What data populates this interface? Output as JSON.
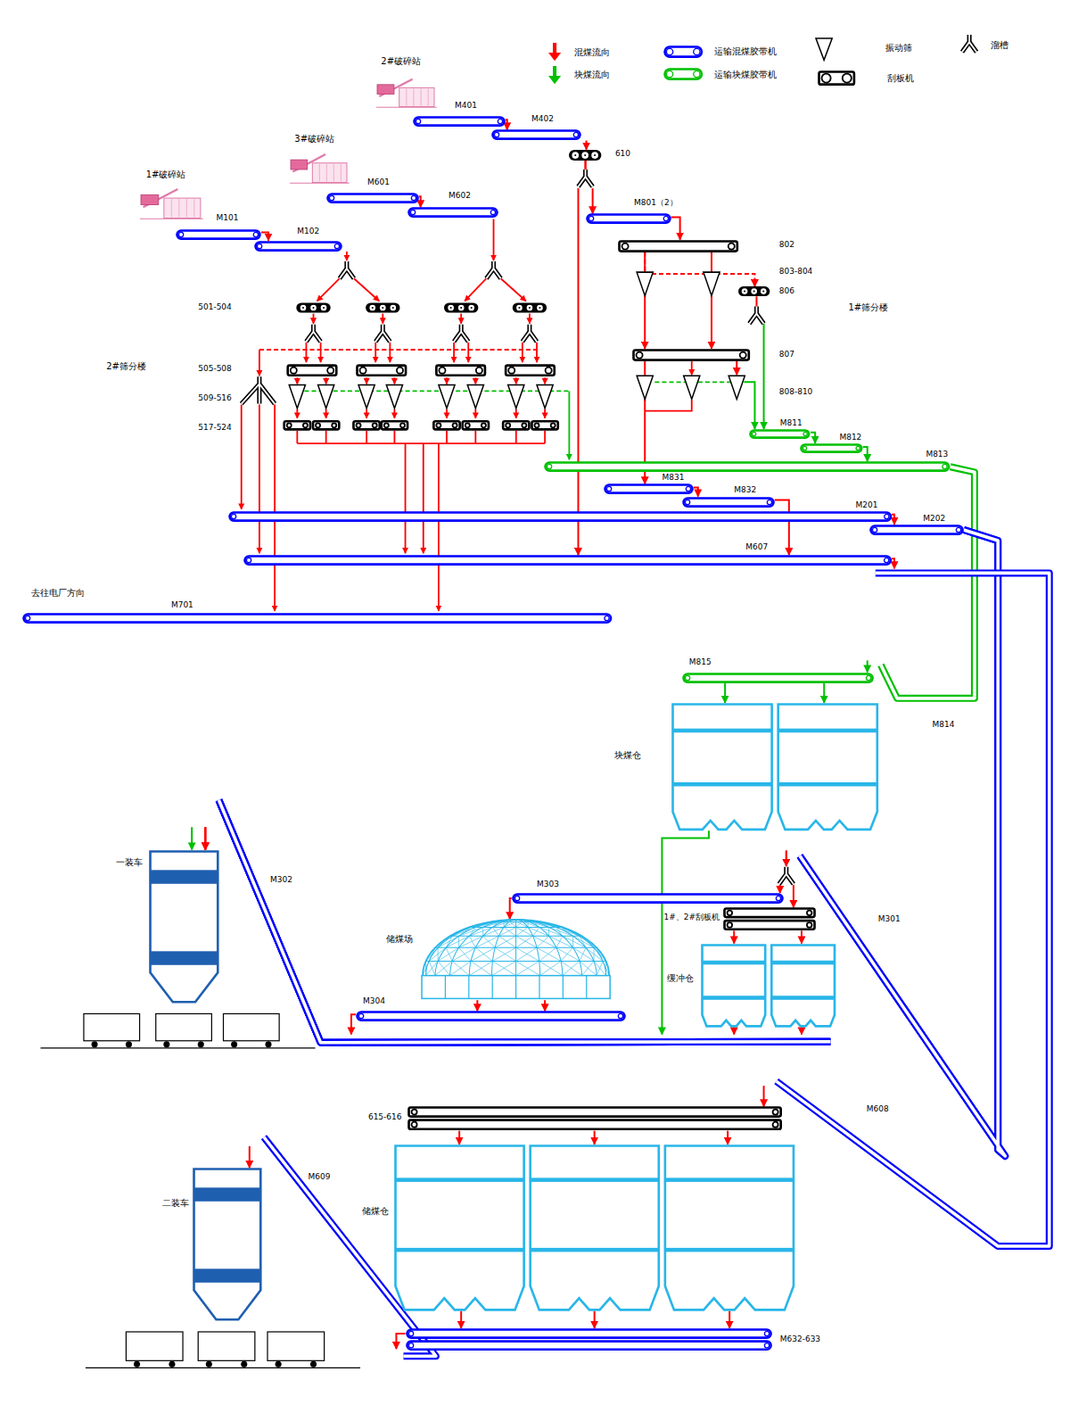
{
  "diagram": {
    "nodes": [
      {
        "text": [
          "2#破碎站"
        ]
      },
      {
        "text": [
          "M401"
        ]
      },
      {
        "text": [
          "M402"
        ]
      },
      {
        "text": [
          "3#破碎站"
        ]
      },
      {
        "text": [
          "610"
        ]
      },
      {
        "text": [
          "M601"
        ]
      },
      {
        "text": [
          "M602"
        ]
      },
      {
        "text": [
          "1#破碎站"
        ]
      },
      {
        "text": [
          "M801（2）"
        ]
      },
      {
        "text": [
          "M101"
        ]
      },
      {
        "text": [
          "M102"
        ]
      },
      {
        "text": [
          "802"
        ]
      },
      {
        "text": [
          "806"
        ]
      },
      {
        "text": [
          "807"
        ]
      },
      {
        "text": [
          "M811"
        ]
      },
      {
        "text": [
          "M812"
        ]
      },
      {
        "text": [
          "M813"
        ]
      },
      {
        "text": [
          "M831"
        ]
      },
      {
        "text": [
          "M832"
        ]
      },
      {
        "text": [
          "M201"
        ]
      },
      {
        "text": [
          "M202"
        ]
      },
      {
        "text": [
          "M607"
        ]
      },
      {
        "text": [
          "M701"
        ]
      },
      {
        "text": [
          "M815"
        ]
      },
      {
        "text": [
          "块煤仓"
        ]
      },
      {
        "text": [
          "一装车"
        ]
      },
      {
        "text": [
          "M303"
        ]
      },
      {
        "text": [
          "1#、2#刮板机"
        ]
      },
      {
        "text": [
          "储煤场"
        ]
      },
      {
        "text": [
          "缓冲仓"
        ]
      },
      {
        "text": [
          "M304"
        ]
      },
      {
        "text": [
          "615-616"
        ]
      },
      {
        "text": [
          "二装车"
        ]
      },
      {
        "text": [
          "储煤仓"
        ]
      },
      {
        "text": [
          "M632-633"
        ]
      }
    ],
    "edges": [
      {
        "from": 9,
        "to": 10,
        "arrow": "to"
      },
      {
        "from": 1,
        "to": 2,
        "arrow": "to"
      },
      {
        "from": 5,
        "to": 6,
        "arrow": "to"
      },
      {
        "from": 2,
        "to": 4,
        "arrow": "to"
      },
      {
        "from": 4,
        "to": 8,
        "arrow": "to"
      },
      {
        "from": 4,
        "to": 21,
        "arrow": "to"
      },
      {
        "from": 8,
        "to": 11,
        "arrow": "to"
      },
      {
        "from": 11,
        "to": 13,
        "arrow": "to"
      },
      {
        "from": 11,
        "to": 13,
        "arrow": "to"
      },
      {
        "from": 11,
        "to": 12,
        "arrow": "to"
      },
      {
        "from": 12,
        "to": 14,
        "arrow": "to"
      },
      {
        "from": 13,
        "to": 14,
        "arrow": "to"
      },
      {
        "from": 13,
        "to": 17,
        "arrow": "to"
      },
      {
        "from": 14,
        "to": 15,
        "arrow": "to"
      },
      {
        "from": 15,
        "to": 16,
        "arrow": "to"
      },
      {
        "from": 17,
        "to": 18,
        "arrow": "to"
      },
      {
        "from": 18,
        "to": 21,
        "arrow": "to"
      },
      {
        "from": 19,
        "to": 20,
        "arrow": "to"
      },
      {
        "from": 16,
        "to": 23,
        "arrow": "to"
      },
      {
        "from": 23,
        "to": 24,
        "arrow": "to"
      },
      {
        "from": 23,
        "to": 24,
        "arrow": "to"
      },
      {
        "from": 20,
        "to": 26,
        "arrow": "to"
      },
      {
        "from": 20,
        "to": 27,
        "arrow": "to"
      },
      {
        "from": 21,
        "to": 31,
        "arrow": "to"
      },
      {
        "from": 26,
        "to": 28,
        "arrow": "to"
      },
      {
        "from": 27,
        "to": 29,
        "arrow": "to"
      },
      {
        "from": 27,
        "to": 29,
        "arrow": "to"
      },
      {
        "from": 28,
        "to": 30,
        "arrow": "to"
      },
      {
        "from": 28,
        "to": 30,
        "arrow": "to"
      },
      {
        "from": 24,
        "to": 25,
        "arrow": "to"
      },
      {
        "from": 30,
        "to": 25,
        "arrow": "to"
      },
      {
        "from": 29,
        "to": 25,
        "arrow": "to"
      },
      {
        "from": 29,
        "to": 25,
        "arrow": "to"
      },
      {
        "from": 31,
        "to": 33,
        "arrow": "to"
      },
      {
        "from": 31,
        "to": 33,
        "arrow": "to"
      },
      {
        "from": 31,
        "to": 33,
        "arrow": "to"
      },
      {
        "from": 33,
        "to": 34,
        "arrow": "to"
      },
      {
        "from": 33,
        "to": 34,
        "arrow": "to"
      },
      {
        "from": 33,
        "to": 34,
        "arrow": "to"
      },
      {
        "from": 34,
        "to": 32,
        "arrow": "to"
      }
    ],
    "labels": [
      "803-804",
      "1#筛分楼",
      "501-504",
      "2#筛分楼",
      "505-508",
      "808-810",
      "509-516",
      "517-524",
      "去往电厂方向",
      "M814",
      "M302",
      "M301",
      "M608",
      "M609"
    ],
    "legend": [
      {
        "text": "混煤流向",
        "color": "#ff0000"
      },
      {
        "text": "块煤流向",
        "color": "#00c000"
      },
      {
        "text": "运输混煤胶带机",
        "color": "#0000ff"
      },
      {
        "text": "运输块煤胶带机",
        "color": "#00c000"
      },
      {
        "text": "振动筛"
      },
      {
        "text": "刮板机"
      },
      {
        "text": "溜槽"
      }
    ]
  }
}
